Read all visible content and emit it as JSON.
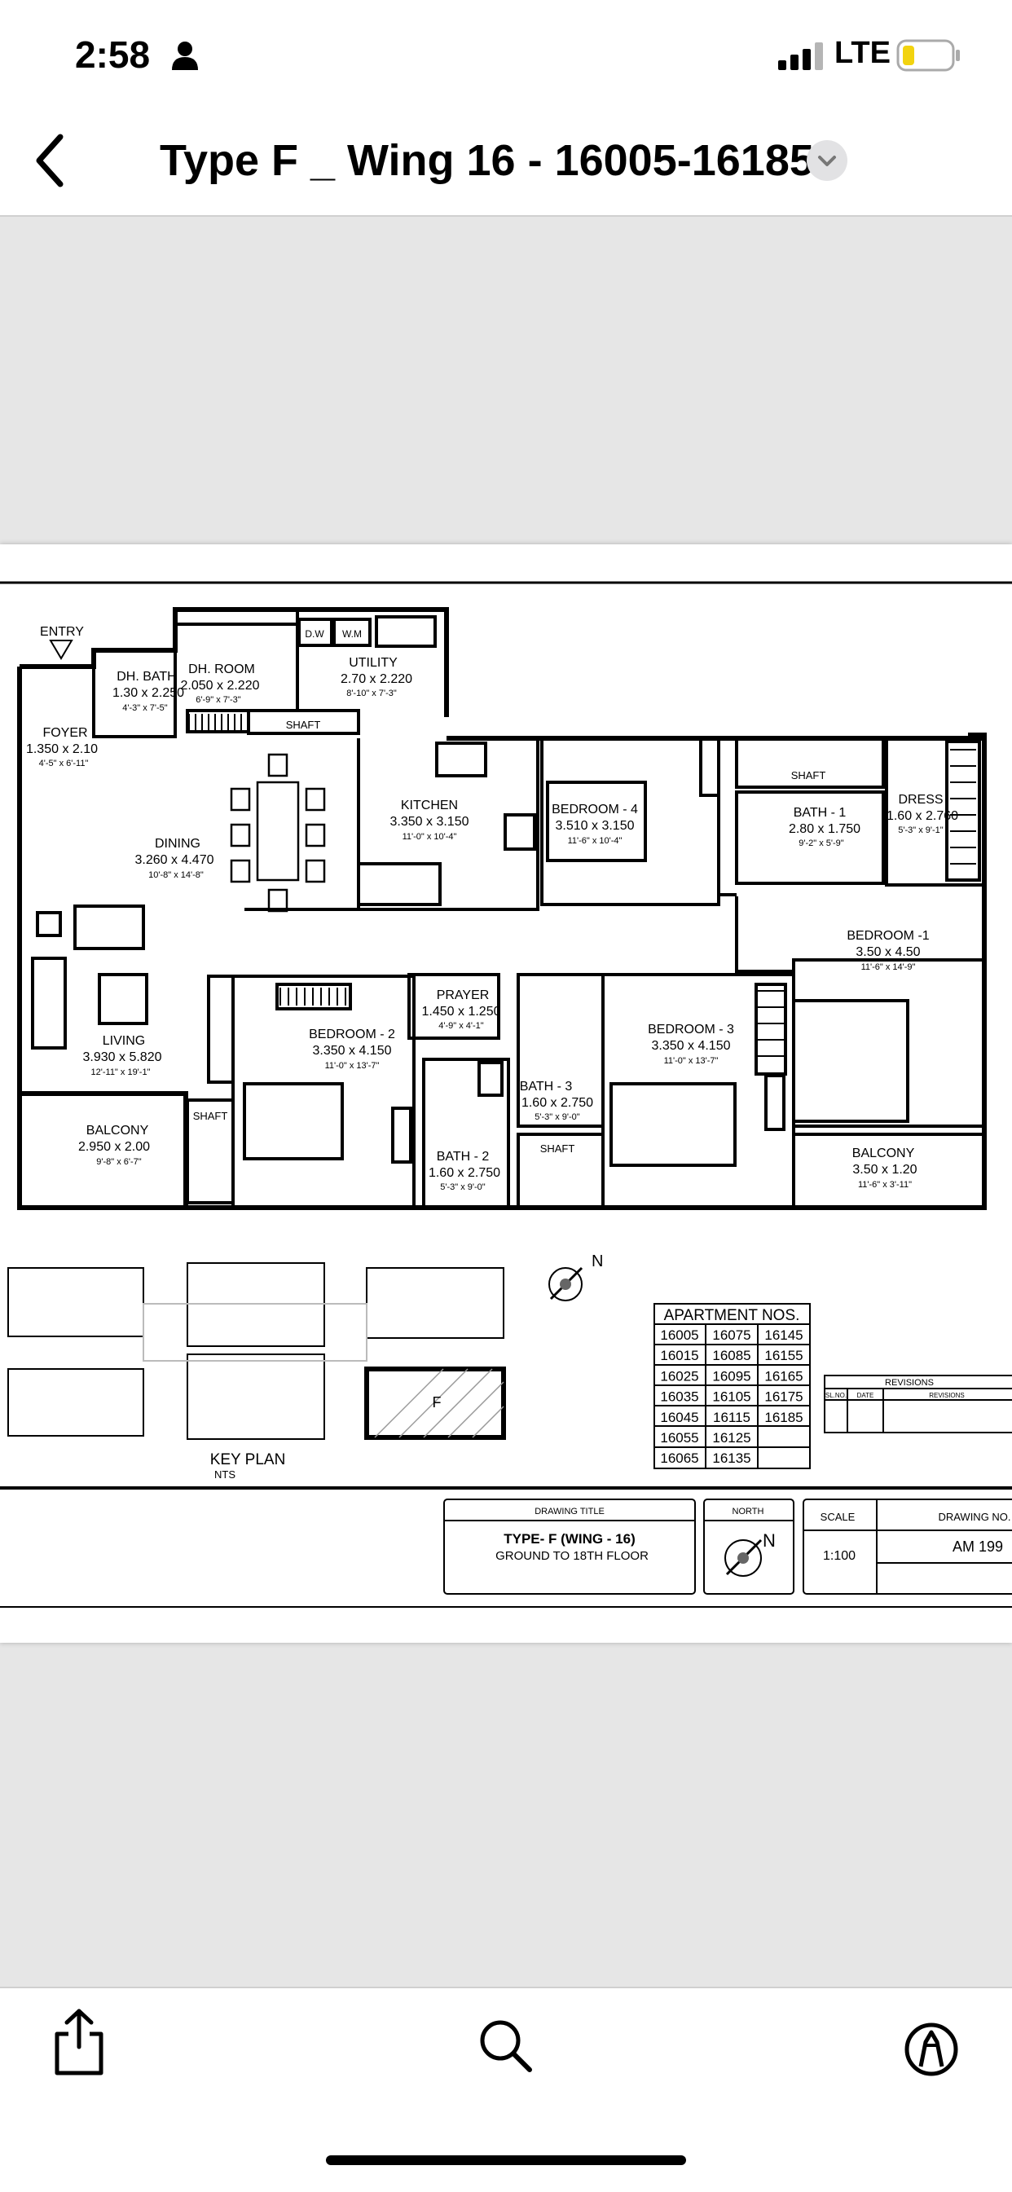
{
  "status_bar": {
    "time": "2:58",
    "network": "LTE"
  },
  "nav": {
    "title": "Type F _ Wing 16 - 16005-16185"
  },
  "plan": {
    "rooms": [
      {
        "id": "entry",
        "name": "ENTRY"
      },
      {
        "id": "foyer",
        "name": "FOYER",
        "dim": "1.350 x 2.10",
        "imp": "4'-5\" x 6'-11\""
      },
      {
        "id": "dhbath",
        "name": "DH. BATH",
        "dim": "1.30 x 2.250",
        "imp": "4'-3\" x 7'-5\""
      },
      {
        "id": "dhroom",
        "name": "DH. ROOM",
        "dim": "2.050 x 2.220",
        "imp": "6'-9\" x 7'-3\""
      },
      {
        "id": "utility",
        "name": "UTILITY",
        "dim": "2.70 x 2.220",
        "imp": "8'-10\" x 7'-3\""
      },
      {
        "id": "kitchen",
        "name": "KITCHEN",
        "dim": "3.350 x 3.150",
        "imp": "11'-0\" x 10'-4\""
      },
      {
        "id": "dining",
        "name": "DINING",
        "dim": "3.260 x 4.470",
        "imp": "10'-8\" x 14'-8\""
      },
      {
        "id": "bed4",
        "name": "BEDROOM - 4",
        "dim": "3.510 x 3.150",
        "imp": "11'-6\" x 10'-4\""
      },
      {
        "id": "bath1",
        "name": "BATH - 1",
        "dim": "2.80 x 1.750",
        "imp": "9'-2\" x 5'-9\""
      },
      {
        "id": "dress",
        "name": "DRESS",
        "dim": "1.60 x 2.760",
        "imp": "5'-3\" x 9'-1\""
      },
      {
        "id": "bed1",
        "name": "BEDROOM -1",
        "dim": "3.50 x 4.50",
        "imp": "11'-6\" x 14'-9\""
      },
      {
        "id": "living",
        "name": "LIVING",
        "dim": "3.930 x 5.820",
        "imp": "12'-11\" x 19'-1\""
      },
      {
        "id": "bed2",
        "name": "BEDROOM - 2",
        "dim": "3.350 x 4.150",
        "imp": "11'-0\" x 13'-7\""
      },
      {
        "id": "prayer",
        "name": "PRAYER",
        "dim": "1.450 x 1.250",
        "imp": "4'-9\" x 4'-1\""
      },
      {
        "id": "bath3",
        "name": "BATH - 3",
        "dim": "1.60 x 2.750",
        "imp": "5'-3\" x 9'-0\""
      },
      {
        "id": "bed3",
        "name": "BEDROOM - 3",
        "dim": "3.350 x 4.150",
        "imp": "11'-0\" x 13'-7\""
      },
      {
        "id": "bath2",
        "name": "BATH - 2",
        "dim": "1.60 x 2.750",
        "imp": "5'-3\" x 9'-0\""
      },
      {
        "id": "balc1",
        "name": "BALCONY",
        "dim": "2.950 x 2.00",
        "imp": "9'-8\" x 6'-7\""
      },
      {
        "id": "balc2",
        "name": "BALCONY",
        "dim": "3.50 x 1.20",
        "imp": "11'-6\" x 3'-11\""
      }
    ],
    "labels": {
      "shaft": "SHAFT",
      "dw": "D.W",
      "wm": "W.M",
      "north": "N",
      "key_plan": "KEY PLAN",
      "nts": "NTS",
      "key_unit": "F"
    }
  },
  "apartments": {
    "header": "APARTMENT NOS.",
    "rows": [
      [
        "16005",
        "16075",
        "16145"
      ],
      [
        "16015",
        "16085",
        "16155"
      ],
      [
        "16025",
        "16095",
        "16165"
      ],
      [
        "16035",
        "16105",
        "16175"
      ],
      [
        "16045",
        "16115",
        "16185"
      ],
      [
        "16055",
        "16125",
        ""
      ],
      [
        "16065",
        "16135",
        ""
      ]
    ]
  },
  "revisions": {
    "header": "REVISIONS",
    "col_no": "SL.NO.",
    "col_date": "DATE",
    "col_rev": "REVISIONS"
  },
  "title_block": {
    "drawing_title_label": "DRAWING TITLE",
    "drawing_title": "TYPE- F (WING - 16)",
    "drawing_subtitle": "GROUND TO 18TH FLOOR",
    "north_label": "NORTH",
    "north": "N",
    "scale_label": "SCALE",
    "scale": "1:100",
    "drawing_no_label": "DRAWING NO.",
    "drawing_no": "AM 199"
  }
}
